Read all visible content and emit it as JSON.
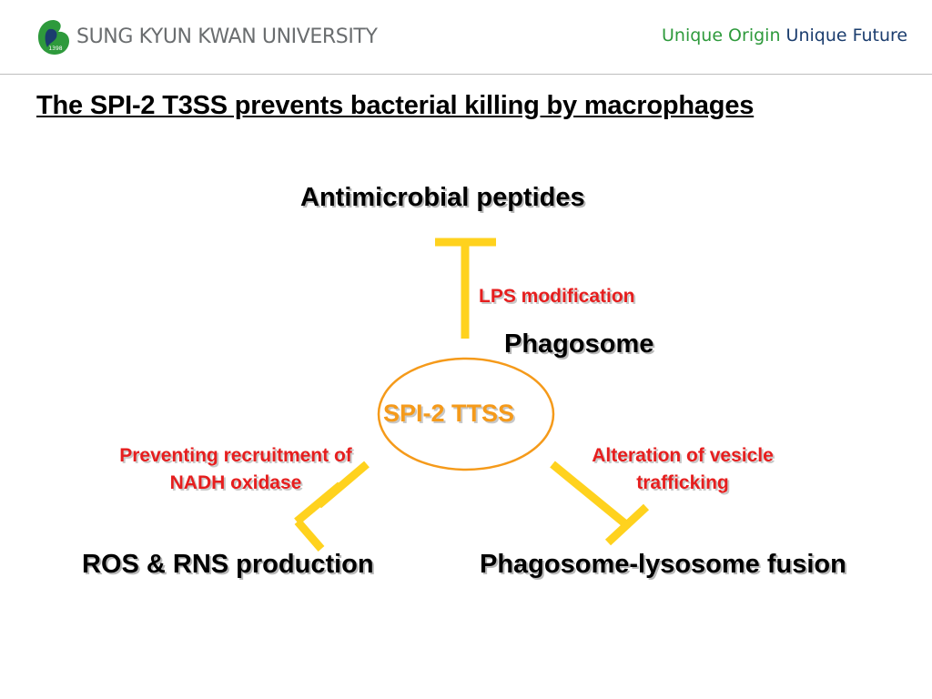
{
  "header": {
    "university": "SUNG KYUN KWAN UNIVERSITY",
    "logo_year": "1398",
    "slogan_part1": "Unique Origin",
    "slogan_part2": "Unique Future"
  },
  "title": "The SPI-2 T3SS prevents bacterial killing by macrophages",
  "diagram": {
    "center": "SPI-2 TTSS",
    "phagosome": "Phagosome",
    "top_target": "Antimicrobial peptides",
    "top_mechanism": "LPS modification",
    "left_target": "ROS & RNS production",
    "left_mechanism": "Preventing recruitment of NADH oxidase",
    "right_target": "Phagosome-lysosome fusion",
    "right_mechanism": "Alteration of vesicle trafficking"
  },
  "colors": {
    "inhibitor": "#ffd21e",
    "ellipse": "#f59a1a",
    "mechanism_text": "#e61e1e",
    "slogan_green": "#2e9a3c",
    "slogan_navy": "#1b3d6e"
  }
}
